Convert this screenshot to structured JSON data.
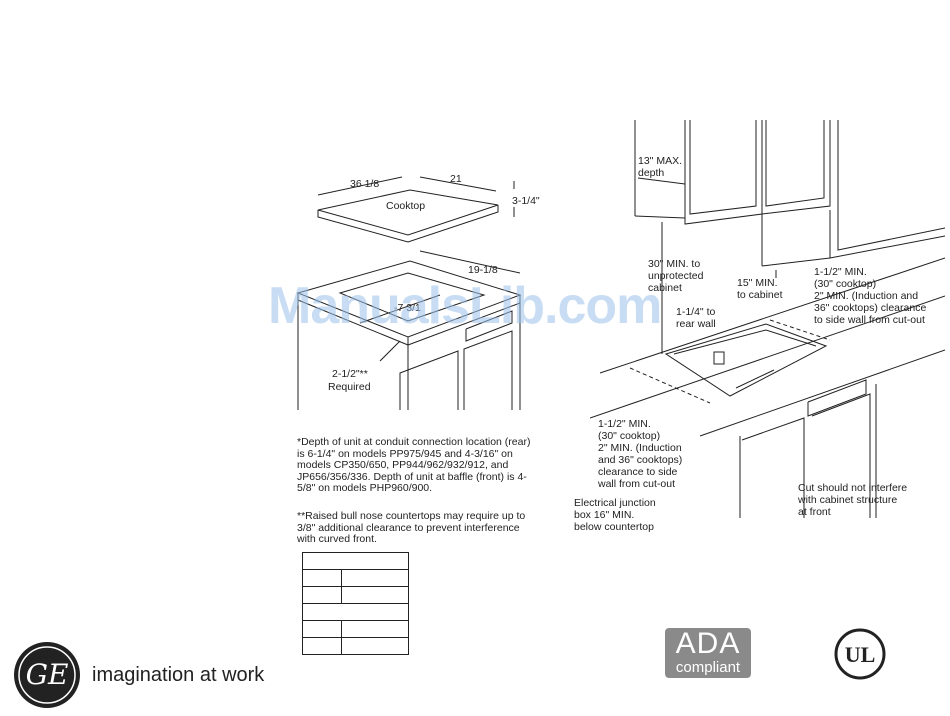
{
  "cooktop_diagram": {
    "width_dim": "36 1/8",
    "depth_dim": "21",
    "height_dim": "3-1/4\"",
    "label": "Cooktop",
    "cutout_depth": "19-1/8",
    "cutout_width_partial": "-7 3/1",
    "front_dim": "2-1/2\"**",
    "front_required": "Required"
  },
  "notes": {
    "depth_note": "*Depth of unit at conduit connection location (rear) is 6-1/4\" on models PP975/945 and 4-3/16\" on models CP350/650, PP944/962/932/912, and JP656/356/336. Depth of unit at baffle (front) is 4-5/8\" on models PHP960/900.",
    "bullnose_note": "**Raised bull nose countertops may require up to 3/8\" additional clearance to prevent interference with curved front."
  },
  "installation_diagram": {
    "cabinet_depth": [
      "13\" MAX.",
      "depth"
    ],
    "unprotected": [
      "30\" MIN. to",
      "unprotected",
      "cabinet"
    ],
    "to_cabinet": [
      "15\" MIN.",
      "to cabinet"
    ],
    "side_wall_top": [
      "1-1/2\" MIN.",
      "(30\" cooktop)",
      "2\" MIN. (Induction and",
      "36\" cooktops) clearance",
      "to side wall from cut-out"
    ],
    "rear_wall": [
      "1-1/4\" to",
      "rear wall"
    ],
    "side_wall_bottom": [
      "1-1/2\" MIN.",
      "(30\" cooktop)",
      "2\" MIN. (Induction",
      "and 36\" cooktops)",
      "clearance to side",
      "wall from cut-out"
    ],
    "junction_box": [
      "Electrical junction",
      "box 16\" MIN.",
      "below countertop"
    ],
    "cut_note": [
      "Cut should not interfere",
      "with cabinet structure",
      "at front"
    ]
  },
  "footer": {
    "tagline": "imagination at work",
    "ada_line1": "ADA",
    "ada_line2": "compliant",
    "ge_monogram": "GE",
    "ul_mark": "UL"
  },
  "watermark": "ManualsLib.com"
}
